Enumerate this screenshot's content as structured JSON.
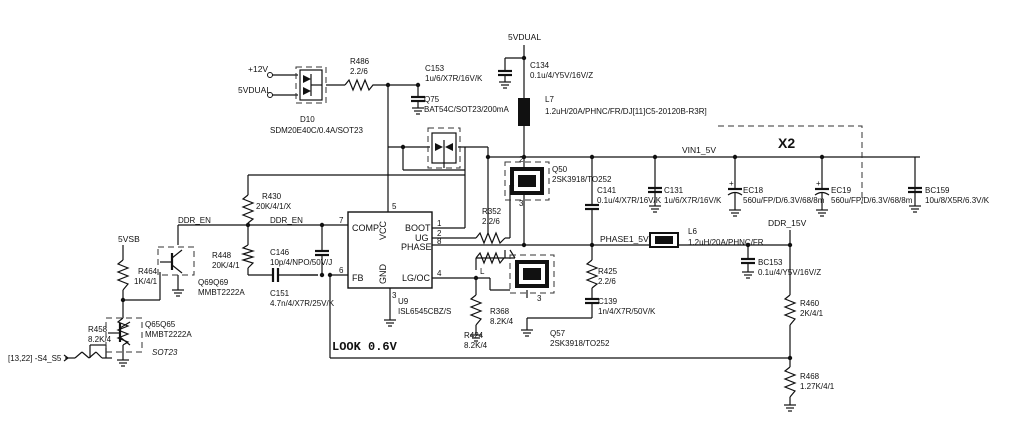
{
  "rails": {
    "p12v": "+12V",
    "v5dual_in": "5VDUAL",
    "v5dual_top": "5VDUAL",
    "v5sb": "5VSB",
    "vin1": "VIN1_5V",
    "ddr_15v": "DDR_15V",
    "phase1": "PHASE1_5V",
    "ddr_en_a": "DDR_EN",
    "ddr_en_b": "DDR_EN",
    "s4_s5": "[13,22]  -S4_S5"
  },
  "annotations": {
    "x2": "X2",
    "look": "LOOK 0.6V",
    "sot23": "SOT23"
  },
  "ic": {
    "comp": "COMP",
    "vcc": "VCC",
    "boot": "BOOT",
    "ug": "UG",
    "phase": "PHASE",
    "fb": "FB",
    "gnd": "GND",
    "lgoc": "LG/OC",
    "pin7": "7",
    "pin5": "5",
    "pin1": "1",
    "pin2": "2",
    "pin8": "8",
    "pin6": "6",
    "pin3": "3",
    "pin4": "4",
    "ref": "U9",
    "part": "ISL6545CBZ/S"
  },
  "components": {
    "r486": {
      "ref": "R486",
      "val": "2.2/6"
    },
    "c153": {
      "ref": "C153",
      "val": "1u/6/X7R/16V/K"
    },
    "q75": {
      "ref": "Q75",
      "val": "BAT54C/SOT23/200mA"
    },
    "d10": {
      "ref": "D10",
      "val": "SDM20E40C/0.4A/SOT23"
    },
    "c134": {
      "ref": "C134",
      "val": "0.1u/4/Y5V/16V/Z"
    },
    "l7": {
      "ref": "L7",
      "val": "1.2uH/20A/PHNC/FR/DJ[11]C5-20120B-R3R]"
    },
    "q50": {
      "ref": "Q50",
      "val": "2SK3918/TO252"
    },
    "c141": {
      "ref": "C141",
      "val": "0.1u/4/X7R/16V/K"
    },
    "c131": {
      "ref": "C131",
      "val": "1u/6/X7R/16V/K"
    },
    "ec18": {
      "ref": "EC18",
      "val": "560u/FP/D/6.3V/68/8m"
    },
    "ec19": {
      "ref": "EC19",
      "val": "560u/FP/D/6.3V/68/8m"
    },
    "bc159": {
      "ref": "BC159",
      "val": "10u/8/X5R/6.3V/K"
    },
    "r430": {
      "ref": "R430",
      "val": "20K/4/1/X"
    },
    "r352": {
      "ref": "R352",
      "val": "2.2/6"
    },
    "r448": {
      "ref": "R448",
      "val": "20K/4/1"
    },
    "c146": {
      "ref": "C146",
      "val": "10p/4/NPO/50V/J"
    },
    "c151": {
      "ref": "C151",
      "val": "4.7n/4/X7R/25V/K"
    },
    "l6": {
      "ref": "L6",
      "val": "1.2uH/20A/PHNC/FR"
    },
    "bc153": {
      "ref": "BC153",
      "val": "0.1u/4/Y5V/16V/Z"
    },
    "r425": {
      "ref": "R425",
      "val": "2.2/6"
    },
    "c139": {
      "ref": "C139",
      "val": "1n/4/X7R/50V/K"
    },
    "r368": {
      "ref": "R368",
      "val": "8.2K/4"
    },
    "r424": {
      "ref": "R424",
      "val": "8.2K/4"
    },
    "q57": {
      "ref": "Q57",
      "val": "2SK3918/TO252"
    },
    "r464": {
      "ref": "R464",
      "val": "1K/4/1"
    },
    "q69": {
      "ref": "Q69Q69",
      "val": "MMBT2222A"
    },
    "r458": {
      "ref": "R458",
      "val": "8.2K/4"
    },
    "q65": {
      "ref": "Q65Q65",
      "val": "MMBT2222A"
    },
    "r460": {
      "ref": "R460",
      "val": "2K/4/1"
    },
    "r468": {
      "ref": "R468",
      "val": "1.27K/4/1"
    },
    "l_small": {
      "ref": "L",
      "val": ""
    }
  }
}
